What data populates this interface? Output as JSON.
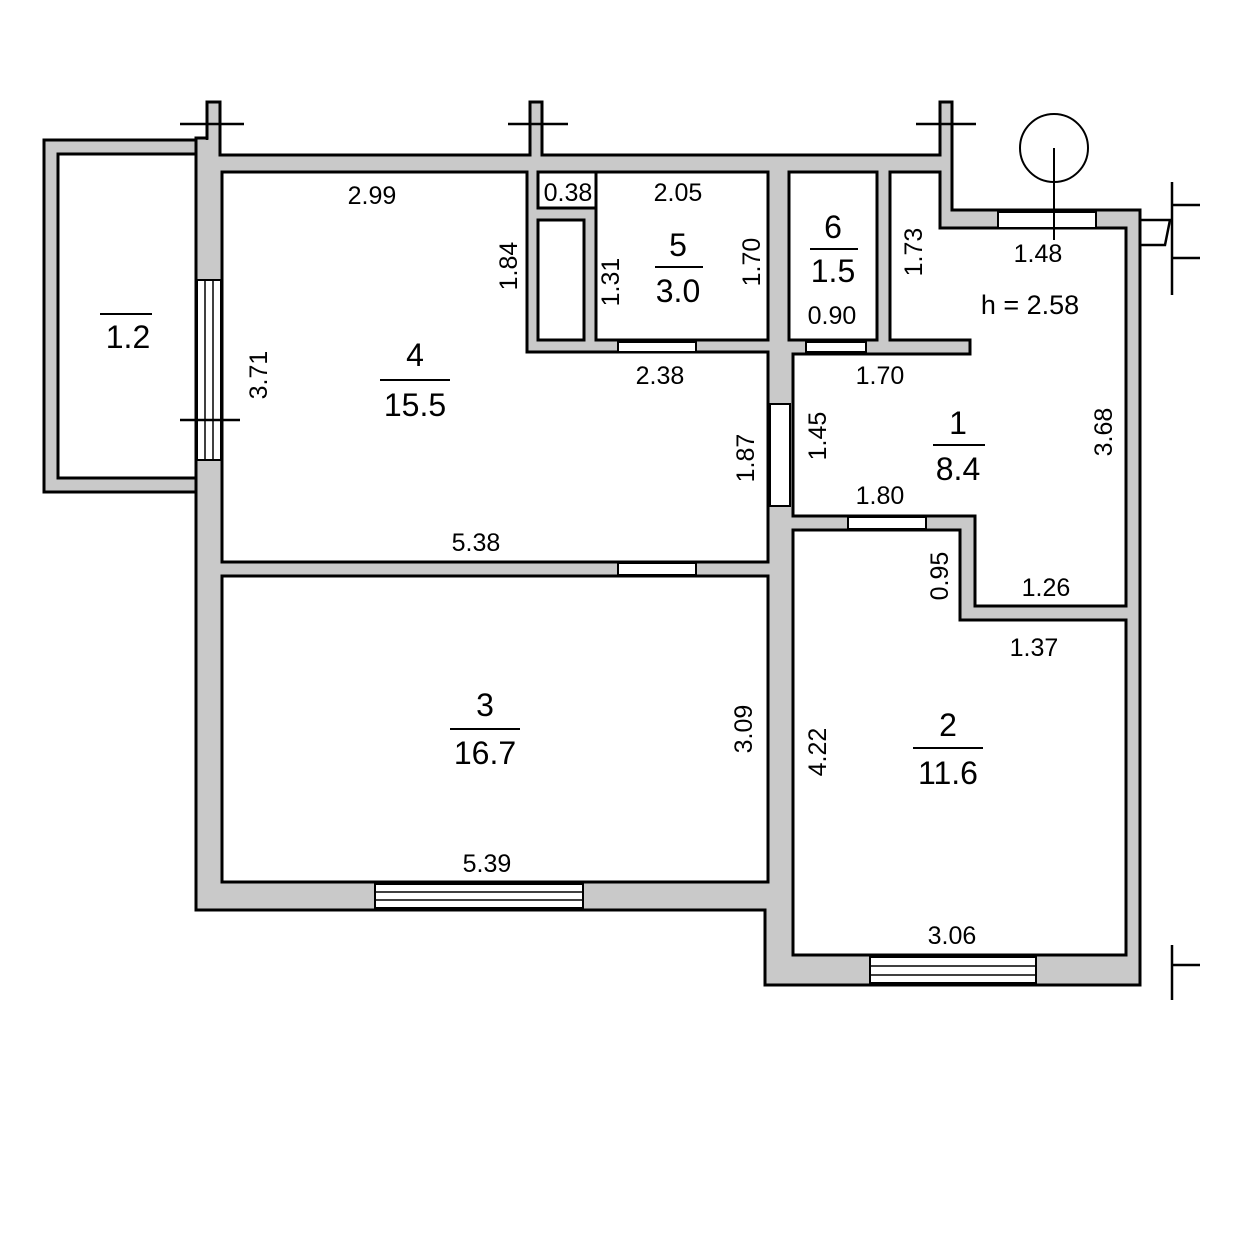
{
  "plan": {
    "ceiling_height": "h = 2.58",
    "rooms": [
      {
        "id": "1",
        "number": "1",
        "area": "8.4"
      },
      {
        "id": "2",
        "number": "2",
        "area": "11.6"
      },
      {
        "id": "3",
        "number": "3",
        "area": "16.7"
      },
      {
        "id": "4",
        "number": "4",
        "area": "15.5"
      },
      {
        "id": "5",
        "number": "5",
        "area": "3.0"
      },
      {
        "id": "6",
        "number": "6",
        "area": "1.5"
      },
      {
        "id": "balcony",
        "number": "",
        "area": "1.2"
      }
    ],
    "dimensions": {
      "room4_top": "2.99",
      "room4_side_left": "3.71",
      "room4_notch": "1.84",
      "room4_bottom": "5.38",
      "room4_right": "1.87",
      "closet_top": "0.38",
      "room5_top": "2.05",
      "room5_left": "1.31",
      "room5_right": "1.70",
      "room5_bottom": "2.38",
      "room6_bottom": "0.90",
      "corridor_side": "1.73",
      "corridor_top": "1.48",
      "room1_top": "1.70",
      "room1_left": "1.45",
      "room1_right": "3.68",
      "room1_bottom": "1.80",
      "step_height": "0.95",
      "step_bottom": "1.26",
      "room2_top": "1.37",
      "room2_left": "4.22",
      "room2_bottom": "3.06",
      "room3_right": "3.09",
      "room3_bottom": "5.39"
    }
  }
}
